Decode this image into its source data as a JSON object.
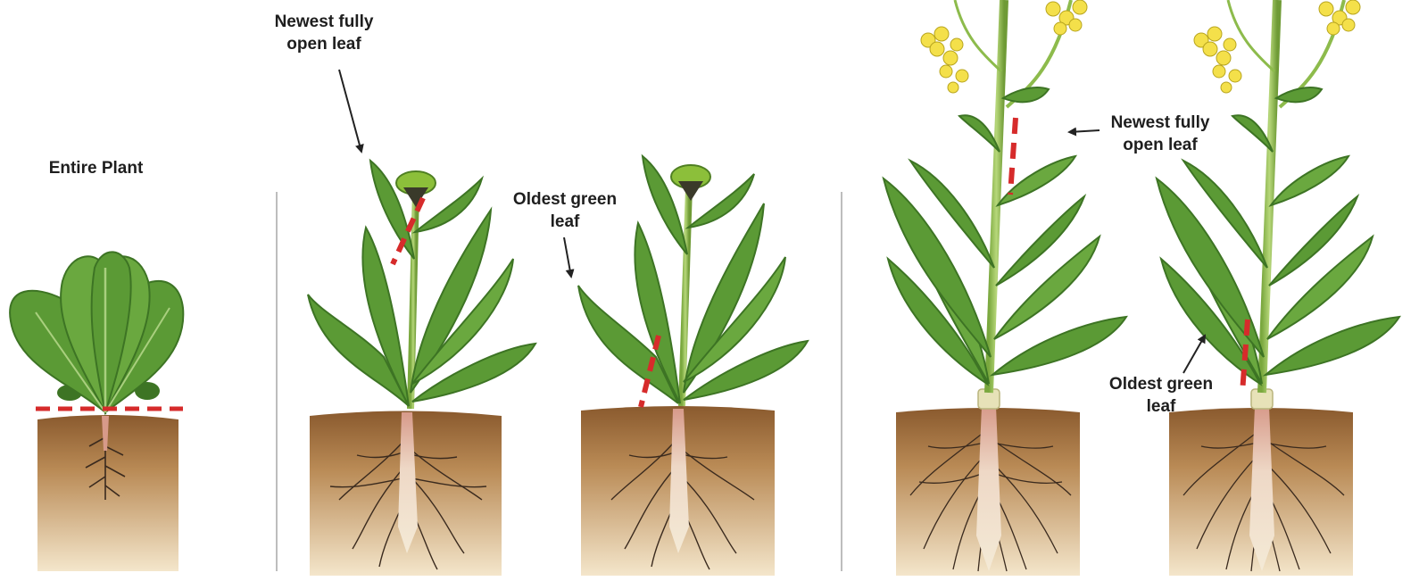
{
  "labels": {
    "entire_plant": "Entire Plant",
    "stage2_newest": [
      "Newest fully",
      "open leaf"
    ],
    "stage2_oldest": [
      "Oldest green",
      "leaf"
    ],
    "stage3_newest": [
      "Newest fully",
      "open leaf"
    ],
    "stage3_oldest": [
      "Oldest green",
      "leaf"
    ]
  },
  "colors": {
    "leaf": "#5b9a35",
    "leaf_dark": "#3d7424",
    "leaf_vein": "#a9cf7e",
    "stem": "#8dbb4c",
    "flower": "#f4e04a",
    "bud": "#8cbf3a",
    "soil_top": "#8a5a2e",
    "soil_bottom": "#f2e2c4",
    "root": "#e8dcc0",
    "root_dark": "#3a2a1e",
    "cut_line": "#d62b2b",
    "divider": "#bdbdbd",
    "arrow": "#222222"
  }
}
